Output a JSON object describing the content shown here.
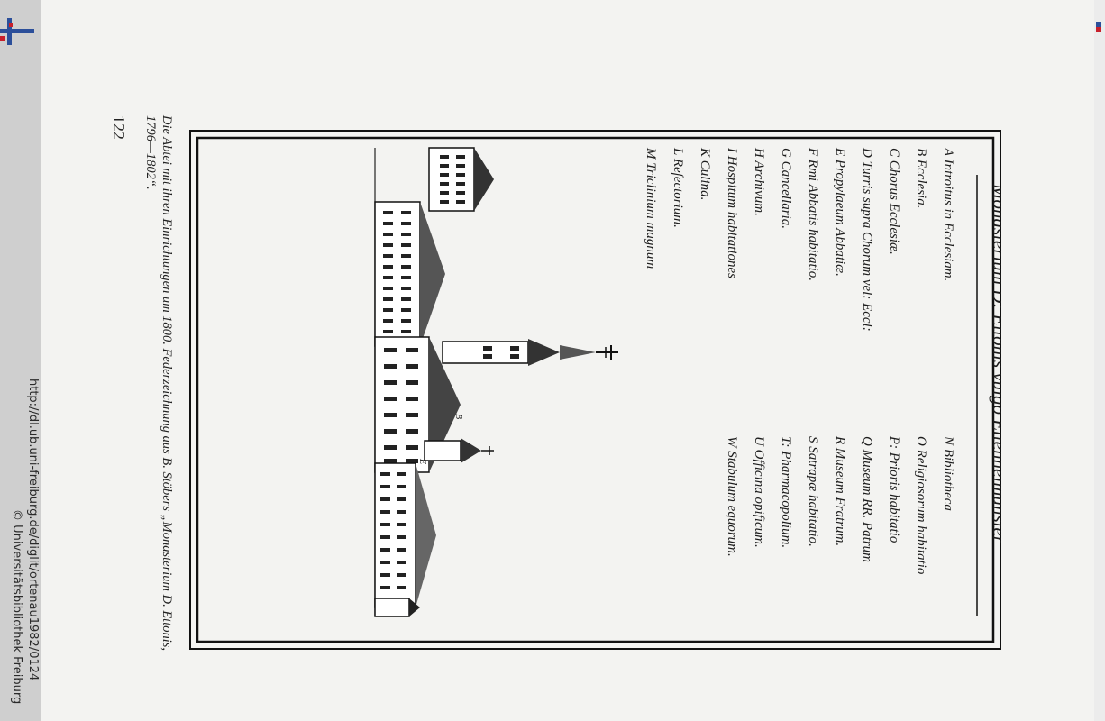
{
  "viewer": {
    "watermark_lines": [
      "http://dl.ub.uni-freiburg.de/diglit/ortenau1982/0124",
      "© Universitätsbibliothek Freiburg"
    ]
  },
  "page": {
    "number": "122",
    "caption": "Die Abtei mit ihren Einrichtungen um 1800. Federzeichnung aus B. Stöbers „Monasterium D. Ettonis, 1796—1802“."
  },
  "drawing": {
    "title": "Monasterium D: Ettonis vulgò Ettenheimünster",
    "legend_left": [
      "A Introitus in Ecclesiam.",
      "B Ecclesia.",
      "C Chorus Ecclesiæ.",
      "D Turris supra Chorum vel: Eccl:",
      "E Propylaeum Abbatiæ.",
      "F Rmi Abbatis habitatio.",
      "G Cancellaria.",
      "H Archivum.",
      "I Hospitum habitationes",
      "K Culina.",
      "L Refectorium.",
      "M Triclinium magnum"
    ],
    "legend_right": [
      "N Bibliotheca",
      "O Religiosorum habitatio",
      "P: Prioris habitatio",
      "Q Museum RR. Patrum",
      "R Museum Fratrum.",
      "S Satrapæ habitatio.",
      "T: Pharmacopolium.",
      "U Officina opificum.",
      "W Stabulum equorum."
    ],
    "building_letters": [
      "B",
      "E"
    ]
  }
}
